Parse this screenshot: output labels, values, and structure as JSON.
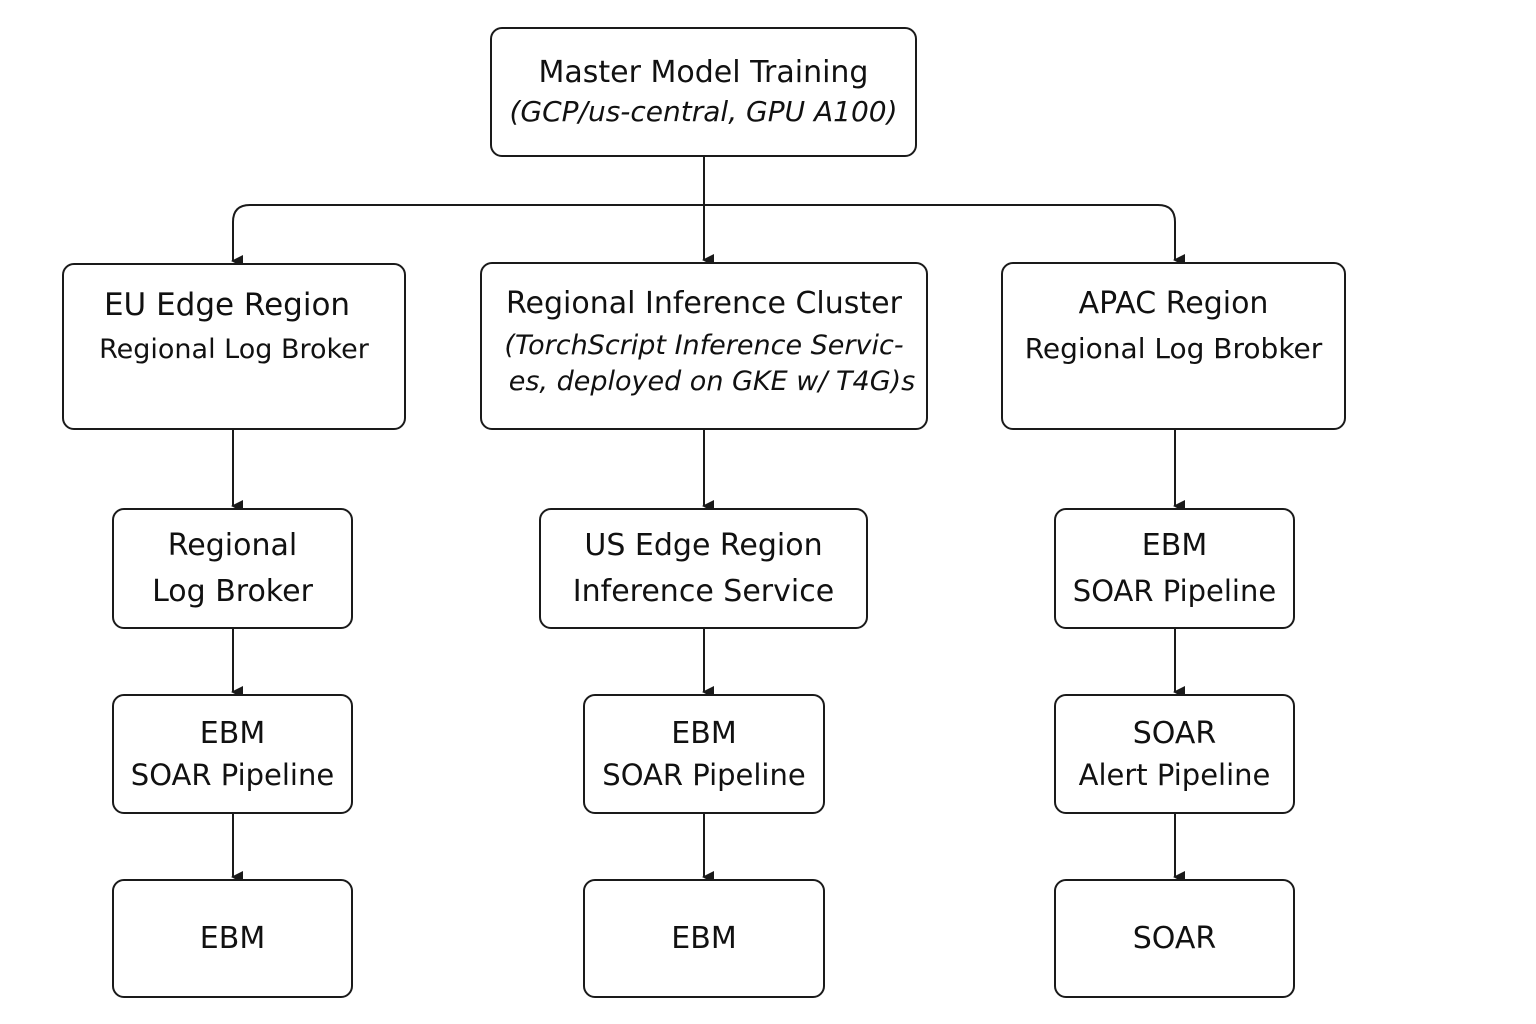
{
  "diagram": {
    "nodes": {
      "master": {
        "line1": "Master Model Training",
        "line2": "(GCP/us-central, GPU A100)"
      },
      "eu_region": {
        "line1": "EU Edge Region",
        "line2": "Regional Log Broker"
      },
      "regional_inference": {
        "line1": "Regional Inference Cluster",
        "line2": "(TorchScript Inference Servic-",
        "line3": "es, deployed on GKE w/ T4G)s"
      },
      "apac_region": {
        "line1": "APAC Region",
        "line2": "Regional Log Brobker"
      },
      "eu_log_broker": {
        "line1": "Regional",
        "line2": "Log Broker"
      },
      "us_edge": {
        "line1": "US Edge Region",
        "line2": "Inference Service"
      },
      "apac_ebm": {
        "line1": "EBM",
        "line2": "SOAR Pipeline"
      },
      "eu_ebm": {
        "line1": "EBM",
        "line2": "SOAR Pipeline"
      },
      "mid_ebm": {
        "line1": "EBM",
        "line2": "SOAR Pipeline"
      },
      "apac_soar": {
        "line1": "SOAR",
        "line2": "Alert Pipeline"
      },
      "eu_leaf": {
        "label": "EBM"
      },
      "mid_leaf": {
        "label": "EBM"
      },
      "apac_leaf": {
        "label": "SOAR"
      }
    },
    "edges": [
      {
        "from": "master",
        "to": "eu_region"
      },
      {
        "from": "master",
        "to": "regional_inference"
      },
      {
        "from": "master",
        "to": "apac_region"
      },
      {
        "from": "eu_region",
        "to": "eu_log_broker"
      },
      {
        "from": "eu_log_broker",
        "to": "eu_ebm"
      },
      {
        "from": "eu_ebm",
        "to": "eu_leaf"
      },
      {
        "from": "regional_inference",
        "to": "us_edge"
      },
      {
        "from": "us_edge",
        "to": "mid_ebm"
      },
      {
        "from": "mid_ebm",
        "to": "mid_leaf"
      },
      {
        "from": "apac_region",
        "to": "apac_ebm"
      },
      {
        "from": "apac_ebm",
        "to": "apac_soar"
      },
      {
        "from": "apac_soar",
        "to": "apac_leaf"
      }
    ],
    "colors": {
      "stroke": "#1a1a1a",
      "text": "#111111",
      "background": "#ffffff"
    }
  }
}
